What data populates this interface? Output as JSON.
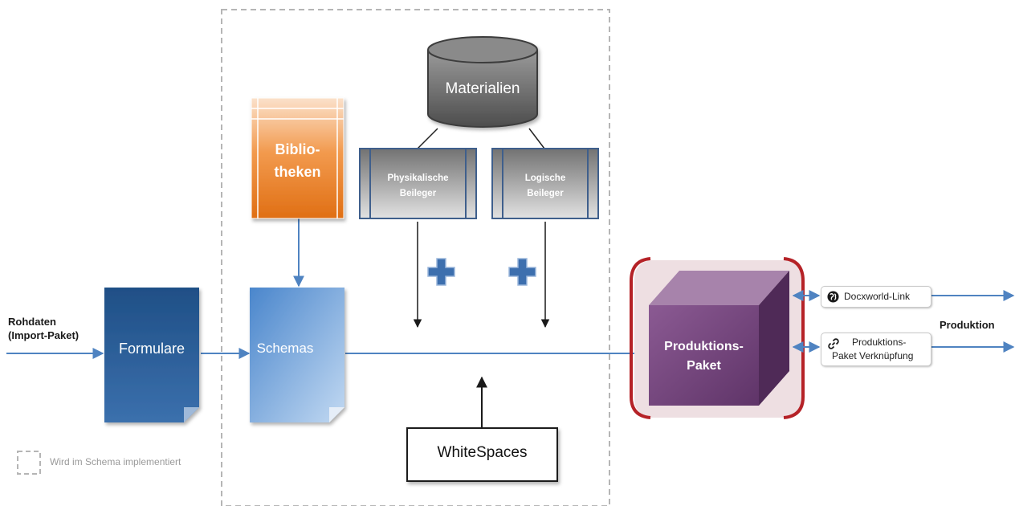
{
  "input": {
    "line1": "Rohdaten",
    "line2": "(Import-Paket)"
  },
  "formulare": {
    "label": "Formulare"
  },
  "schemas": {
    "label": "Schemas"
  },
  "bibliotheken": {
    "line1": "Biblio-",
    "line2": "theken"
  },
  "materialien": {
    "label": "Materialien"
  },
  "physikalische": {
    "line1": "Physikalische",
    "line2": "Beileger"
  },
  "logische": {
    "line1": "Logische",
    "line2": "Beileger"
  },
  "whitespaces": {
    "label": "WhiteSpaces"
  },
  "paket": {
    "line1": "Produktions-",
    "line2": "Paket"
  },
  "docxworld": {
    "label": "Docxworld-Link",
    "icon": "globe-icon"
  },
  "verknuepfung": {
    "line1": "Produktions-",
    "line2": "Paket Verknüpfung",
    "icon": "link-icon"
  },
  "output": {
    "label": "Produktion"
  },
  "legend": {
    "label": "Wird im Schema implementiert"
  },
  "colors": {
    "formulare": "#2a5d96",
    "schemas": "#5a94d4",
    "bibliotheken": "#e8771e",
    "database": "#6b6b6b",
    "paket": "#7b4a82",
    "bracket": "#b52227",
    "arrow": "#4f83c1",
    "plus": "#3d6fae"
  }
}
